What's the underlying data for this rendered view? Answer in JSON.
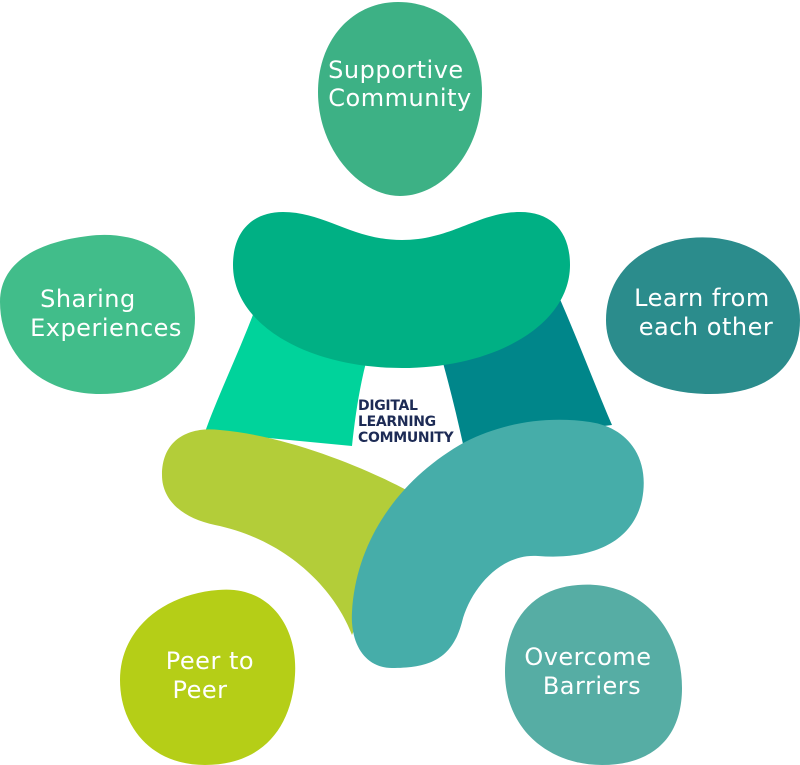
{
  "center": {
    "lines": [
      "DIGITAL",
      "LEARNING",
      "COMMUNITY"
    ],
    "text_color": "#1d2b55"
  },
  "petals": [
    {
      "id": "supportive-community",
      "lines": [
        "Supportive",
        "Community"
      ],
      "color": "#3db185"
    },
    {
      "id": "learn-from-each-other",
      "lines": [
        "Learn from",
        "each other"
      ],
      "color": "#2b8c8c"
    },
    {
      "id": "overcome-barriers",
      "lines": [
        "Overcome",
        "Barriers"
      ],
      "color": "#56ada4"
    },
    {
      "id": "peer-to-peer",
      "lines": [
        "Peer to",
        "Peer"
      ],
      "color": "#b5ce17"
    },
    {
      "id": "sharing-experiences",
      "lines": [
        "Sharing",
        "Experiences"
      ],
      "color": "#41bd8a"
    }
  ],
  "colors": {
    "arc_top": "#00b084",
    "arc_left": "#00d39b",
    "arc_right": "#00868a",
    "arc_lime": "#b3cd39",
    "arc_teal": "#46ada9"
  }
}
